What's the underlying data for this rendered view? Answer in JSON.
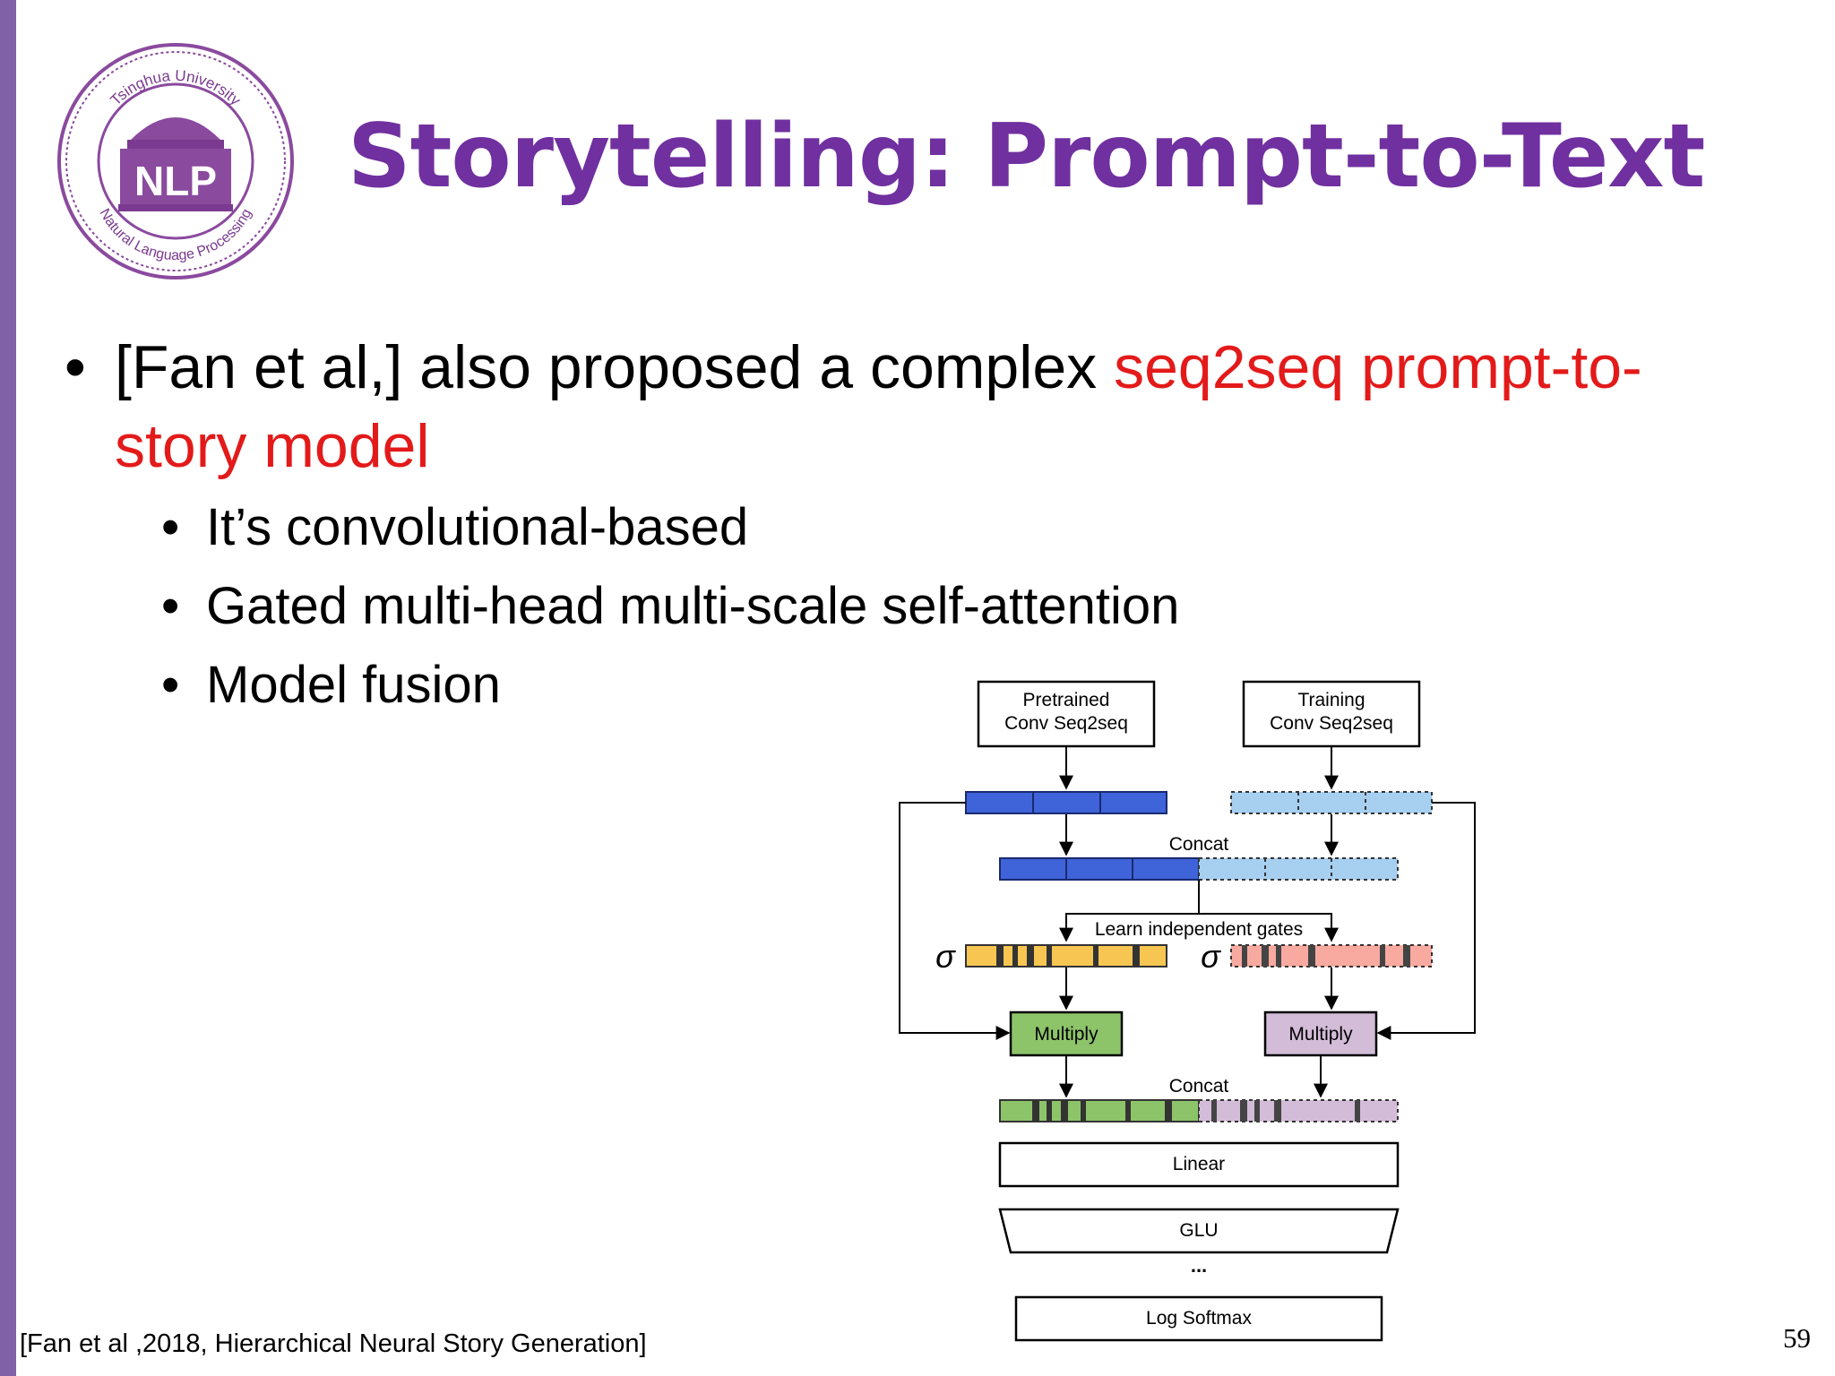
{
  "title": "Storytelling: Prompt-to-Text",
  "logo": {
    "top_text": "Tsinghua University",
    "bottom_text": "Natural Language Processing",
    "center_text": "NLP"
  },
  "bullet": {
    "text": "[Fan et al,] also proposed a complex ",
    "highlight": "seq2seq prompt-to-story model",
    "highlight_line1": "seq2seq prompt-to-",
    "highlight_line2": "story model"
  },
  "sub_bullets": [
    "It’s convolutional-based",
    "Gated multi-head multi-scale self-attention",
    "Model fusion"
  ],
  "diagram": {
    "pretrained_line1": "Pretrained",
    "pretrained_line2": "Conv Seq2seq",
    "training_line1": "Training",
    "training_line2": "Conv Seq2seq",
    "concat_top": "Concat",
    "gates_label": "Learn independent gates",
    "sigma": "σ",
    "multiply_left": "Multiply",
    "multiply_right": "Multiply",
    "concat_bottom": "Concat",
    "linear": "Linear",
    "glu": "GLU",
    "dots": "...",
    "log_softmax": "Log Softmax"
  },
  "colors": {
    "title": "#7030a0",
    "highlight": "#e31a1a",
    "sidebar": "#8061a8",
    "blue": "#3f63d8",
    "light_blue": "#a7cff0",
    "yellow": "#f7c652",
    "pink": "#f8aaa0",
    "green": "#8dc46a",
    "lavender": "#d3bcd8"
  },
  "citation": "[Fan et al ,2018, Hierarchical Neural Story Generation]",
  "page_number": "59"
}
